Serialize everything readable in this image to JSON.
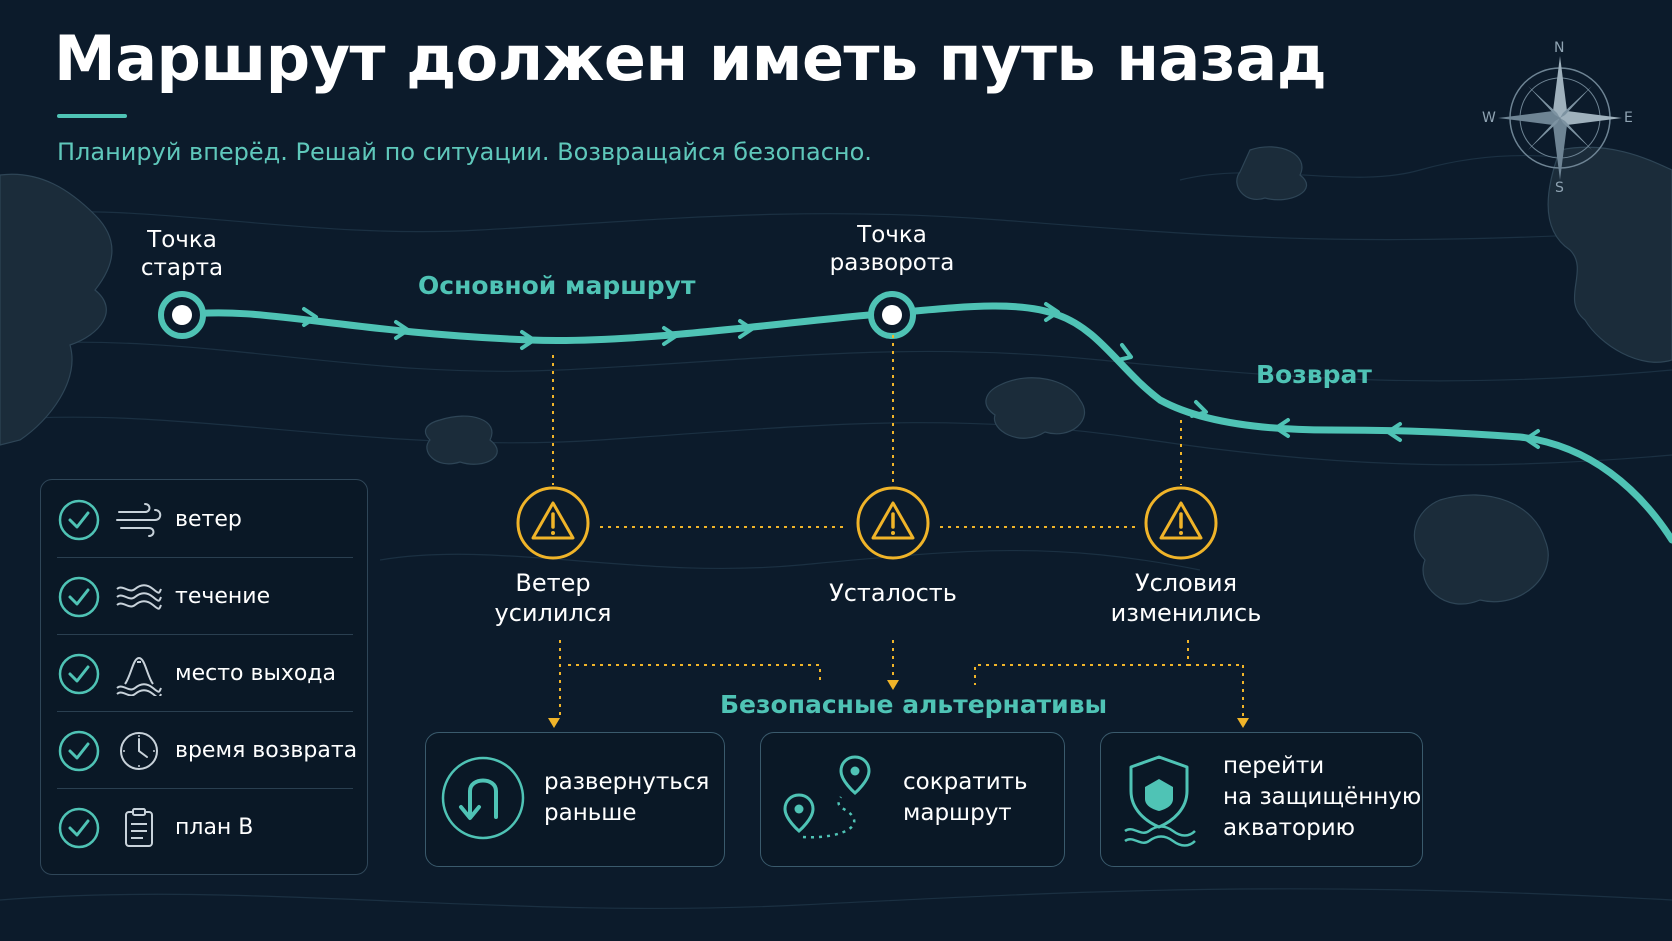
{
  "title": "Маршрут должен иметь путь назад",
  "subtitle": "Планируй вперёд. Решай по ситуации. Возвращайся безопасно.",
  "compass": {
    "n": "N",
    "s": "S",
    "w": "W",
    "e": "E"
  },
  "route": {
    "start": {
      "line1": "Точка",
      "line2": "старта"
    },
    "turn": {
      "line1": "Точка",
      "line2": "разворота"
    },
    "main_label": "Основной маршрут",
    "return_label": "Возврат"
  },
  "hazards": [
    {
      "line1": "Ветер",
      "line2": "усилился",
      "icon": "warning-icon"
    },
    {
      "line1": "Усталость",
      "icon": "warning-icon"
    },
    {
      "line1": "Условия",
      "line2": "изменились",
      "icon": "warning-icon"
    }
  ],
  "alternatives": {
    "title": "Безопасные альтернативы",
    "items": [
      {
        "line1": "развернуться",
        "line2": "раньше",
        "icon": "u-turn-icon"
      },
      {
        "line1": "сократить",
        "line2": "маршрут",
        "icon": "short-route-icon"
      },
      {
        "line1": "перейти",
        "line2": "на защищённую",
        "line3": "акваторию",
        "icon": "shield-water-icon"
      }
    ]
  },
  "checklist": [
    {
      "label": "ветер",
      "icon": "wind-icon"
    },
    {
      "label": "течение",
      "icon": "current-icon"
    },
    {
      "label": "место выхода",
      "icon": "launch-site-icon"
    },
    {
      "label": "время возврата",
      "icon": "clock-icon"
    },
    {
      "label": "план B",
      "icon": "clipboard-icon"
    }
  ],
  "colors": {
    "background": "#0c1b2b",
    "route": "#4fc3b5",
    "warning": "#f0b429",
    "text": "#ffffff"
  }
}
